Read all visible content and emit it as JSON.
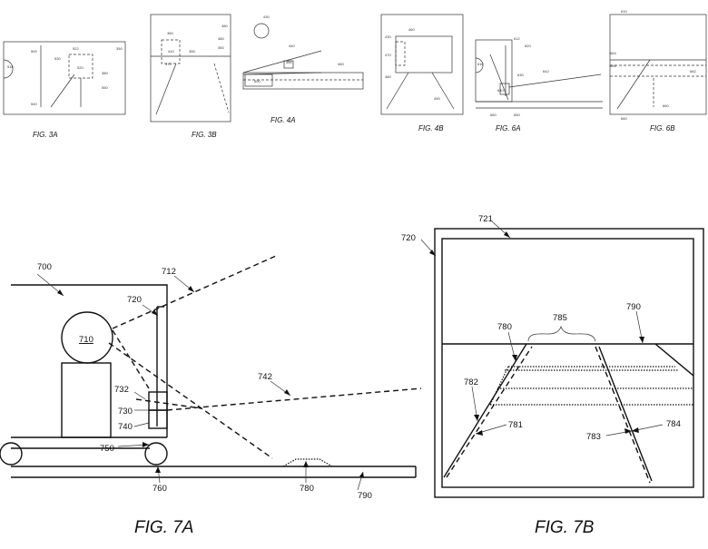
{
  "small_figures": [
    {
      "caption": "FIG. 3A",
      "labels": [
        "510",
        "500",
        "530",
        "522",
        "540",
        "520",
        "550",
        "380",
        "350"
      ]
    },
    {
      "caption": "FIG. 3B",
      "labels": [
        "360",
        "410",
        "370",
        "480",
        "355",
        "350",
        "380"
      ]
    },
    {
      "caption": "FIG. 4A",
      "labels": [
        "430",
        "440",
        "450",
        "460",
        "500"
      ]
    },
    {
      "caption": "FIG. 4B",
      "labels": [
        "430",
        "460",
        "470",
        "480",
        "490"
      ]
    },
    {
      "caption": "FIG. 6A",
      "labels": [
        "612",
        "620",
        "630",
        "610",
        "640",
        "642",
        "660",
        "650"
      ]
    },
    {
      "caption": "FIG. 6B",
      "labels": [
        "610",
        "664",
        "666",
        "662",
        "660",
        "660"
      ]
    }
  ],
  "fig7a": {
    "caption": "FIG. 7A",
    "labels": {
      "l700": "700",
      "l712": "712",
      "l720": "720",
      "l710": "710",
      "l732": "732",
      "l730": "730",
      "l740": "740",
      "l742": "742",
      "l750": "750",
      "l760": "760",
      "l780": "780",
      "l790": "790"
    }
  },
  "fig7b": {
    "caption": "FIG. 7B",
    "labels": {
      "l720": "720",
      "l721": "721",
      "l785": "785",
      "l790": "790",
      "l780": "780",
      "l782": "782",
      "l781": "781",
      "l783": "783",
      "l784": "784"
    }
  }
}
